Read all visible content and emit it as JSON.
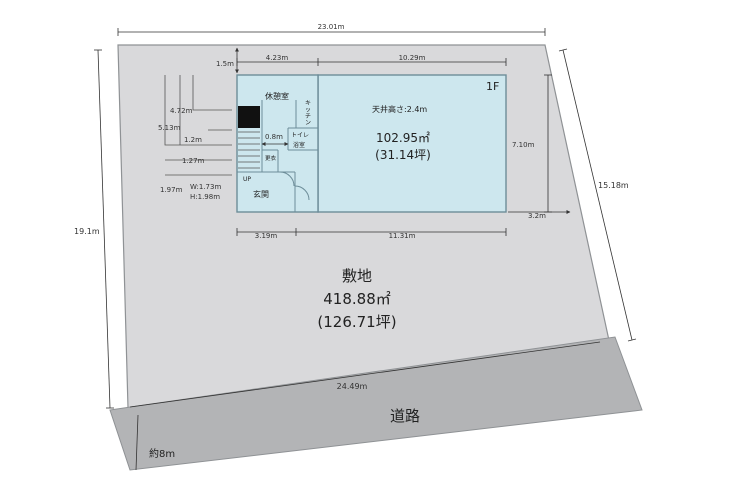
{
  "colors": {
    "lot_fill": "#d9d9db",
    "lot_stroke": "#8f9295",
    "building_fill": "#cde7ee",
    "building_stroke": "#6d8d99",
    "road_fill": "#b3b4b6",
    "stair_black": "#111111",
    "dim_line": "#333333"
  },
  "dimensions": {
    "top_width": "23.01m",
    "setback_top": "1.5m",
    "front_segment": "4.23m",
    "rear_segment": "10.29m",
    "right_depth": "7.10m",
    "right_setback": "3.2m",
    "bottom_left_segment": "3.19m",
    "bottom_right_segment": "11.31m",
    "left_side": "19.1m",
    "right_side": "15.18m",
    "road_frontage": "24.49m",
    "stair_top": "4.72m",
    "stair_total": "5.13m",
    "stair_step_a": "1.2m",
    "stair_step_b": "1.27m",
    "stair_bottom": "1.97m",
    "door_w": "W:1.73m",
    "door_h": "H:1.98m",
    "passage": "0.8m"
  },
  "rooms": {
    "floor_label": "1F",
    "break_room": "休憩室",
    "kitchen": "キッチン",
    "toilet": "トイレ",
    "bath": "浴室",
    "dressing": "更衣",
    "entrance": "玄関",
    "up": "UP",
    "ceiling_height": "天井高さ:2.4m",
    "floor_area": "102.95㎡",
    "floor_area_tsubo": "(31.14坪)"
  },
  "site": {
    "label": "敷地",
    "area": "418.88㎡",
    "area_tsubo": "(126.71坪)"
  },
  "road": {
    "label": "道路",
    "width": "約8m"
  }
}
